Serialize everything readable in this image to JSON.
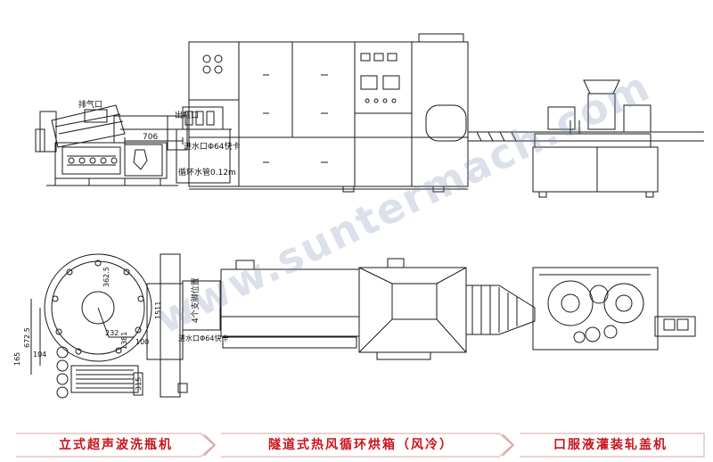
{
  "labels": {
    "exhaust_port": "排气口",
    "exhaust_port_2": "出瓶口",
    "dim_706": "706",
    "water_inlet": "进水口Φ64快卡",
    "circulating_water": "循环水管0.12m",
    "dim_362_5": "362.5",
    "dim_672_5": "672.5",
    "dim_104": "104",
    "dim_165": "165",
    "dim_232": "232",
    "dim_1381": "1381",
    "dim_100": "100",
    "dim_1511": "1511",
    "dim_315": "315",
    "support_position": "4个支脚位置",
    "water_inlet_2": "进水口Φ64快卡"
  },
  "watermark": "www.suntermach.com",
  "stages": [
    {
      "label": "立式超声波洗瓶机"
    },
    {
      "label": "隧道式热风循环烘箱（风冷）"
    },
    {
      "label": "口服液灌装轧盖机"
    }
  ],
  "colors": {
    "stage_text": "#c8141b",
    "chevron": "#d9a6a6",
    "line": "#1a1a1a",
    "watermark": "#7f93b5"
  }
}
